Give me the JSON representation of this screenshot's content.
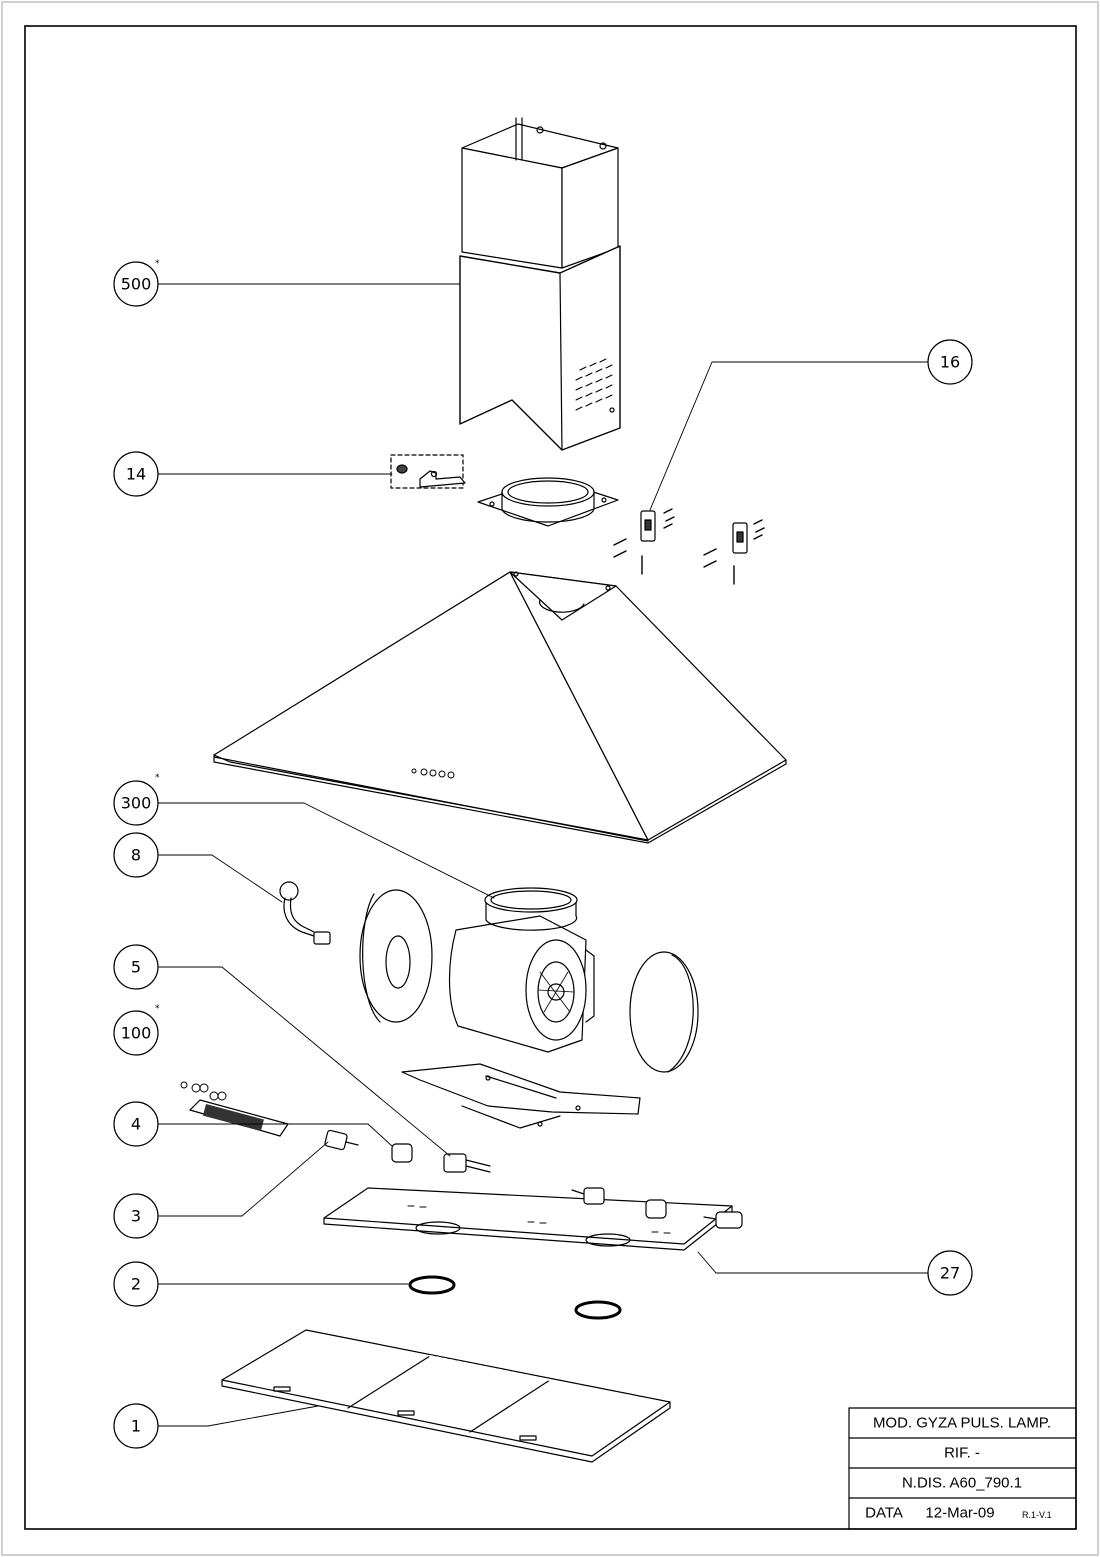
{
  "callouts": {
    "c500": "500",
    "c16": "16",
    "c14": "14",
    "c300": "300",
    "c8": "8",
    "c5": "5",
    "c100": "100",
    "c4": "4",
    "c3": "3",
    "c27": "27",
    "c2": "2",
    "c1": "1"
  },
  "marks": {
    "star": "*"
  },
  "title_block": {
    "model": "MOD. GYZA PULS. LAMP.",
    "rif": "RIF. -",
    "ndis": "N.DIS. A60_790.1",
    "data_label": "DATA",
    "data_value": "12-Mar-09",
    "revision": "R.1-V.1"
  }
}
